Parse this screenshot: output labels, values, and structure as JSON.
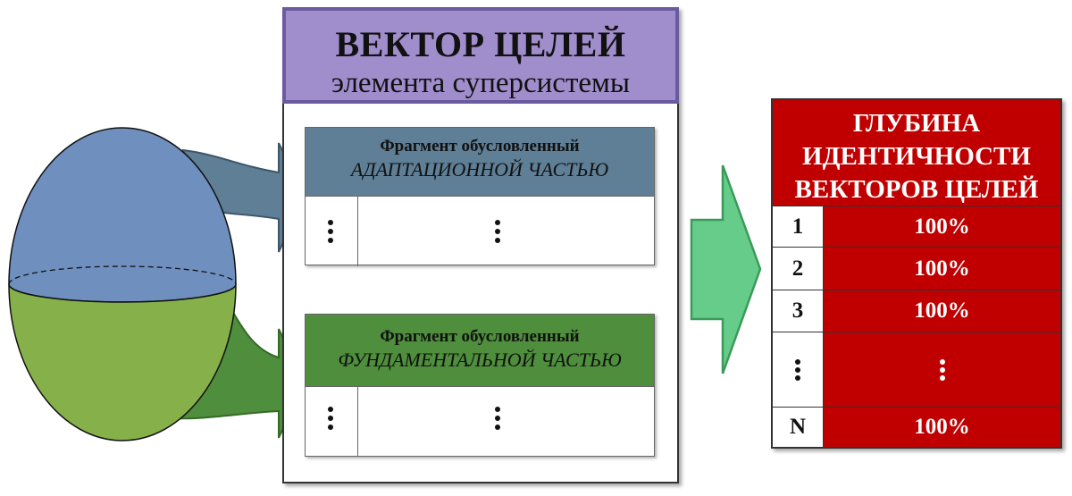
{
  "vector": {
    "title": "ВЕКТОР ЦЕЛЕЙ",
    "subtitle": "элемента суперсистемы"
  },
  "fragments": {
    "adaptive": {
      "line1": "Фрагмент обусловленный",
      "line2": "АДАПТАЦИОННОЙ ЧАСТЬЮ"
    },
    "fundamental": {
      "line1": "Фрагмент обусловленный",
      "line2": "ФУНДАМЕНТАЛЬНОЙ ЧАСТЬЮ"
    }
  },
  "depth_table": {
    "header_lines": [
      "ГЛУБИНА",
      "ИДЕНТИЧНОСТИ",
      "ВЕКТОРОВ ЦЕЛЕЙ"
    ],
    "rows": [
      {
        "num": "1",
        "value": "100%"
      },
      {
        "num": "2",
        "value": "100%"
      },
      {
        "num": "3",
        "value": "100%"
      },
      {
        "num": "",
        "value": ""
      },
      {
        "num": "N",
        "value": "100%"
      }
    ]
  },
  "colors": {
    "sphere_top": "#6f8fbf",
    "sphere_bottom": "#86b04a",
    "adaptive_head": "#5f7f96",
    "fundamental_head": "#4e8e3c",
    "vector_header": "#a08dcc",
    "depth_red": "#c00000",
    "arrow_green": "#66cc8a"
  }
}
